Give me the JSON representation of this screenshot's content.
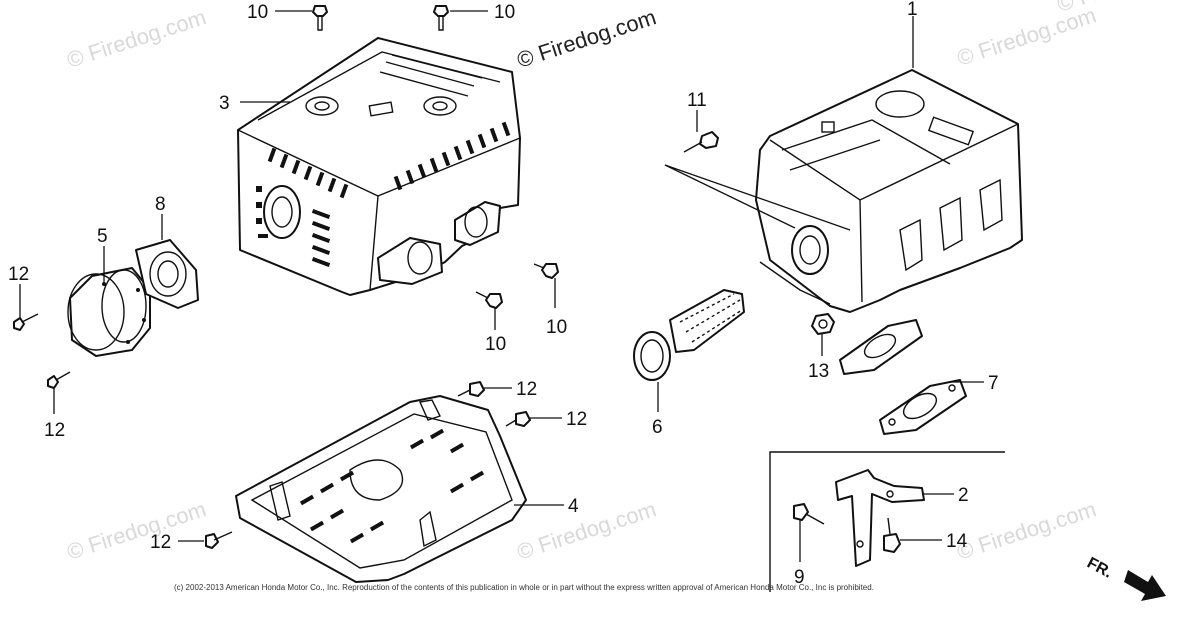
{
  "watermarks": [
    "© Firedog.com",
    "© Firedog.com",
    "© Firedog.com",
    "© Firedog.com",
    "© Firedog.com",
    "© Firedog.com",
    "© Firedog.com"
  ],
  "labels": {
    "p1": "1",
    "p2": "2",
    "p3": "3",
    "p4": "4",
    "p5": "5",
    "p6": "6",
    "p7": "7",
    "p8": "8",
    "p9": "9",
    "p10a": "10",
    "p10b": "10",
    "p10c": "10",
    "p10d": "10",
    "p11": "11",
    "p12a": "12",
    "p12b": "12",
    "p12c": "12",
    "p12d": "12",
    "p12e": "12",
    "p13": "13",
    "p14": "14"
  },
  "direction_marker": "FR.",
  "copyright": "(c) 2002-2013 American Honda Motor Co., Inc. Reproduction of the contents of this publication in whole or in part without the express written approval of American Honda Motor Co., Inc is prohibited.",
  "icons": [
    "bolt-icon",
    "nut-icon",
    "arrow-icon"
  ]
}
